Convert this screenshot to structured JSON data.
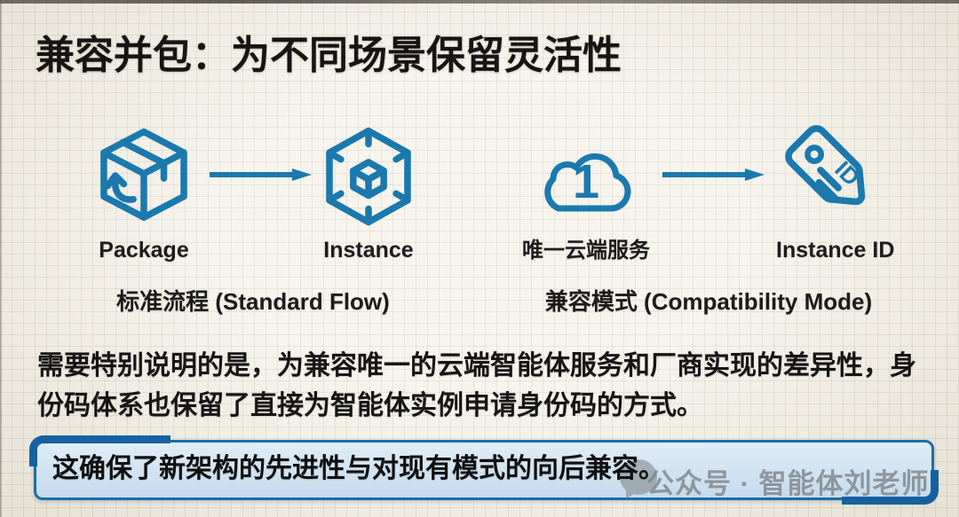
{
  "slide": {
    "title": "兼容并包：为不同场景保留灵活性",
    "flows": {
      "standard": {
        "caption": "标准流程 (Standard Flow)",
        "nodes": [
          {
            "icon": "package-icon",
            "label": "Package"
          },
          {
            "icon": "instance-icon",
            "label": "Instance"
          }
        ]
      },
      "compatibility": {
        "caption": "兼容模式 (Compatibility Mode)",
        "nodes": [
          {
            "icon": "cloud-one-icon",
            "label": "唯一云端服务"
          },
          {
            "icon": "tag-id-icon",
            "label": "Instance ID"
          }
        ]
      }
    },
    "cloud_number": "1",
    "tag_text": "ID",
    "body": "需要特别说明的是，为兼容唯一的云端智能体服务和厂商实现的差异性，身份码体系也保留了直接为智能体实例申请身份码的方式。",
    "highlight": "这确保了新架构的先进性与对现有模式的向后兼容。",
    "watermark": "公众号 · 智能体刘老师",
    "colors": {
      "icon_blue": "#1b79ae",
      "box_fill": "#cfe2f1",
      "box_border": "#1c6da8",
      "background": "#f3f0e7",
      "text": "#161616"
    }
  }
}
